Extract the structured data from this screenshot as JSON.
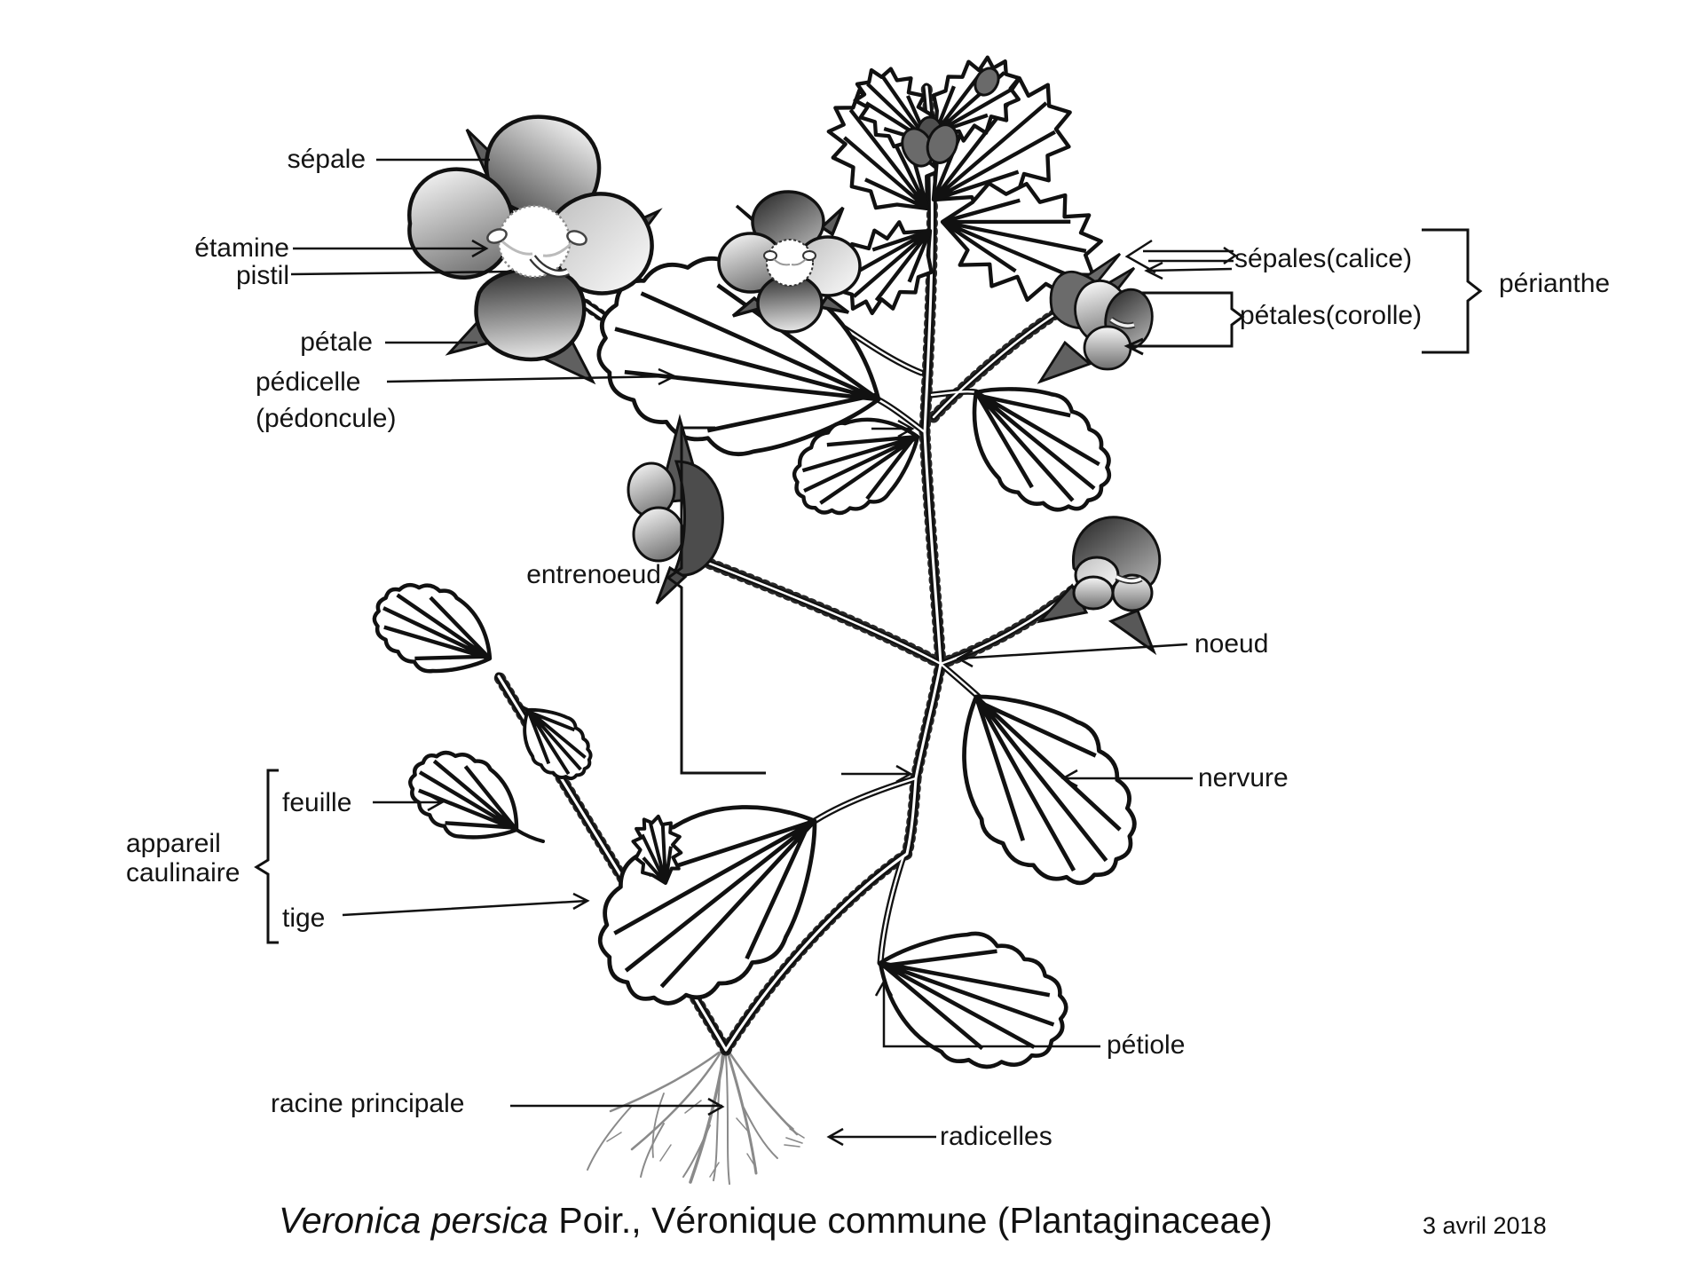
{
  "labels": {
    "sepale": "sépale",
    "etamine": "étamine",
    "pistil": "pistil",
    "petale": "pétale",
    "pedicelle": "pédicelle",
    "pedoncule": "(pédoncule)",
    "entrenoeud": "entrenoeud",
    "noeud": "noeud",
    "nervure": "nervure",
    "sepales_calice": "sépales(calice)",
    "petales_corolle": "pétales(corolle)",
    "perianthe": "périanthe",
    "feuille": "feuille",
    "appareil_line1": "appareil",
    "appareil_line2": "caulinaire",
    "tige": "tige",
    "racine_principale": "racine principale",
    "radicelles": "radicelles",
    "petiole": "pétiole"
  },
  "caption": {
    "species_italic": "Veronica persica",
    "rest": " Poir., Véronique commune (Plantaginaceae)",
    "date": "3 avril 2018"
  },
  "colors": {
    "background": "#ffffff",
    "ink": "#111111",
    "sepal_gray": "#616161",
    "root_gray": "#8a8a8a"
  }
}
